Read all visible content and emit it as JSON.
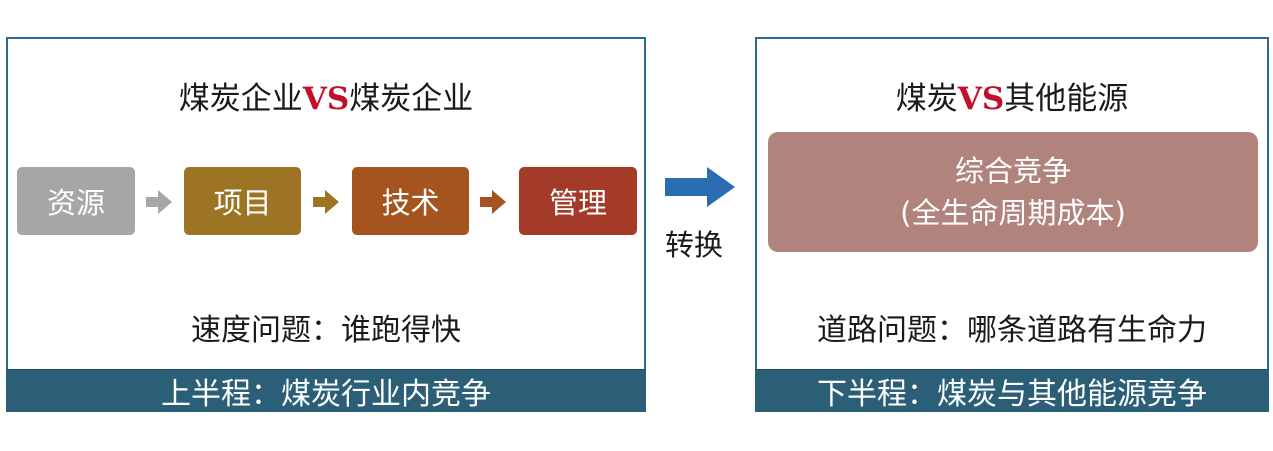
{
  "left": {
    "title_a": "煤炭企业",
    "title_vs": "VS",
    "title_b": "煤炭企业",
    "steps": [
      "资源",
      "项目",
      "技术",
      "管理"
    ],
    "step_colors": [
      "#a6a6a6",
      "#9d7423",
      "#a5541f",
      "#a43a28"
    ],
    "question": "速度问题：谁跑得快",
    "footer": "上半程：煤炭行业内竞争"
  },
  "transform": {
    "label": "转换",
    "arrow_color": "#2a6db0"
  },
  "right": {
    "title_a": "煤炭",
    "title_vs": "VS",
    "title_b": "其他能源",
    "box_line1": "综合竞争",
    "box_line2": "(全生命周期成本)",
    "question": "道路问题：哪条道路有生命力",
    "footer": "下半程：煤炭与其他能源竞争"
  },
  "colors": {
    "border": "#2d6a96",
    "footer_bg": "#2b5f78",
    "vs": "#c0102a",
    "big_box": "#b0837d"
  }
}
